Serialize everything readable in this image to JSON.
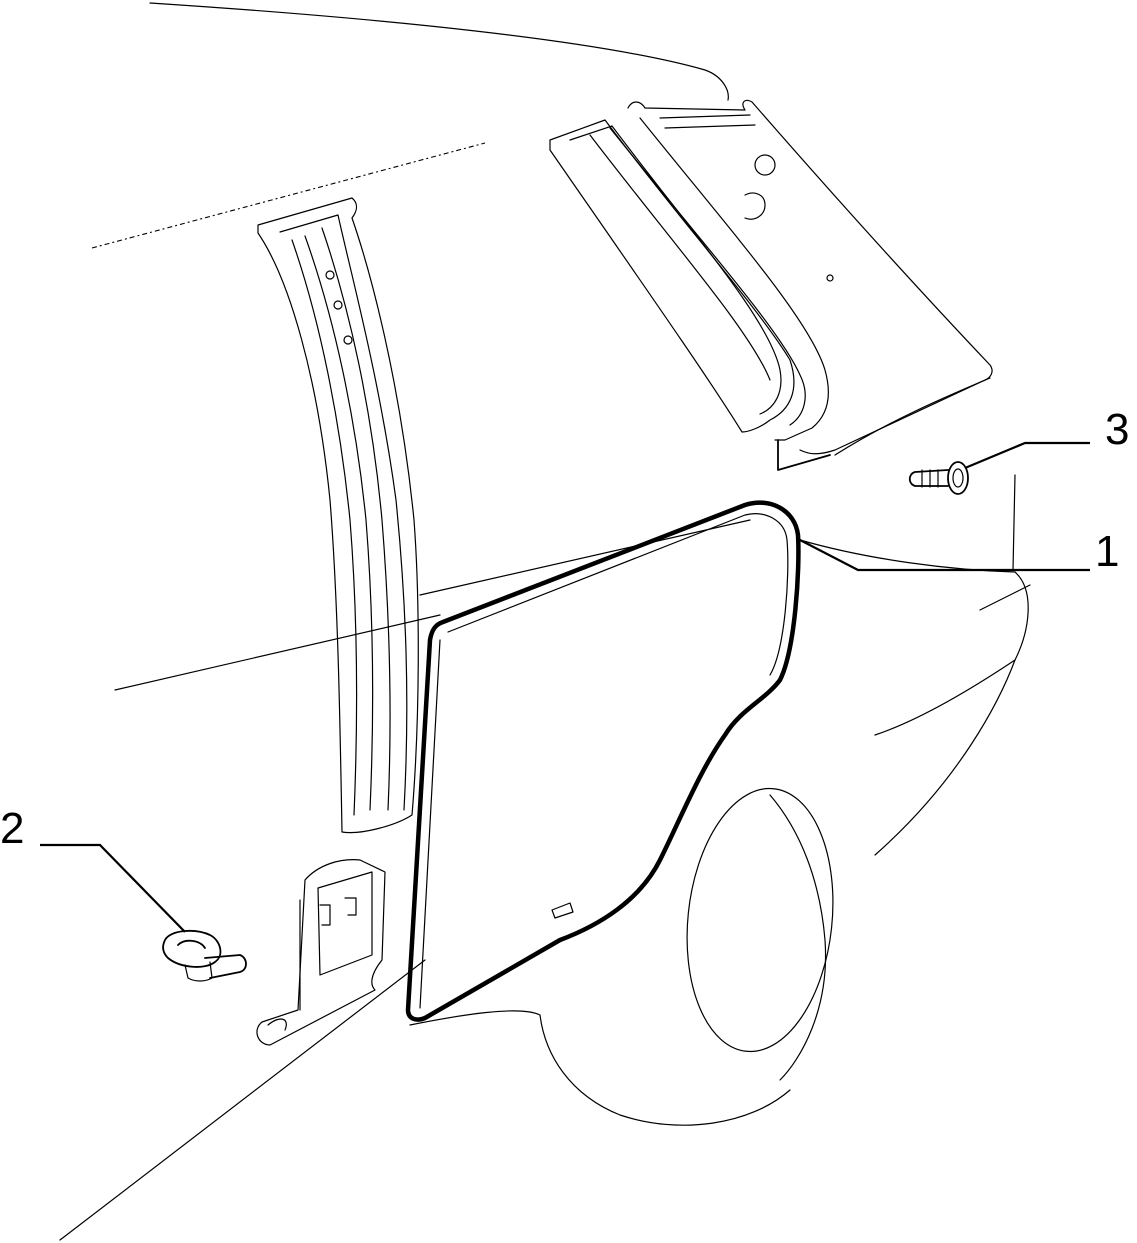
{
  "callouts": [
    {
      "number": "1",
      "part": "door-seal"
    },
    {
      "number": "2",
      "part": "retaining-clip"
    },
    {
      "number": "3",
      "part": "fastener-screw"
    }
  ],
  "colors": {
    "line": "#000000",
    "background": "#ffffff"
  }
}
